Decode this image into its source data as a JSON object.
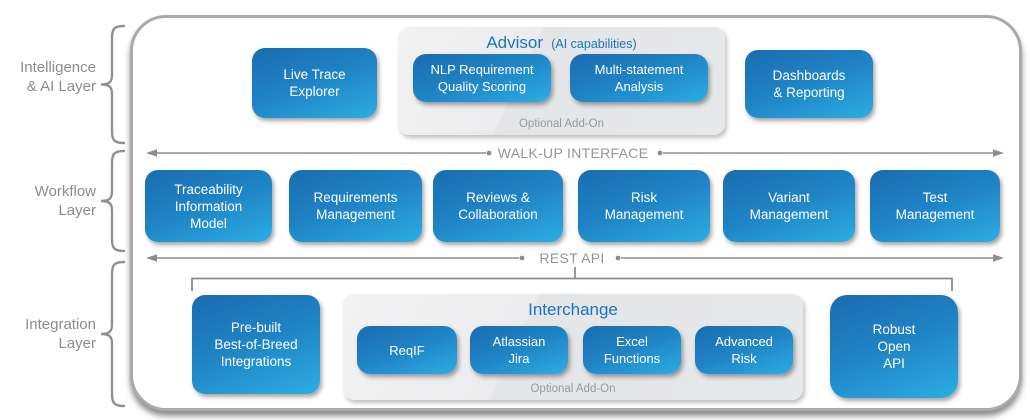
{
  "diagram": {
    "layer_labels": {
      "intelligence": "Intelligence\n& AI Layer",
      "workflow": "Workflow\nLayer",
      "integration": "Integration\nLayer"
    },
    "intelligence_row": {
      "live_trace_explorer": "Live Trace\nExplorer",
      "advisor": {
        "title": "Advisor",
        "subtitle": "(AI capabilities)",
        "items": [
          "NLP Requirement\nQuality Scoring",
          "Multi-statement\nAnalysis"
        ],
        "footer": "Optional Add-On"
      },
      "dashboards_reporting": "Dashboards\n& Reporting"
    },
    "walkup_interface_label": "WALK-UP INTERFACE",
    "workflow_row": [
      "Traceability\nInformation\nModel",
      "Requirements\nManagement",
      "Reviews &\nCollaboration",
      "Risk\nManagement",
      "Variant\nManagement",
      "Test\nManagement"
    ],
    "rest_api_label": "REST API",
    "integration_row": {
      "prebuilt_integrations": "Pre-built\nBest-of-Breed\nIntegrations",
      "interchange": {
        "title": "Interchange",
        "items": [
          "ReqIF",
          "Atlassian\nJira",
          "Excel\nFunctions",
          "Advanced\nRisk"
        ],
        "footer": "Optional Add-On"
      },
      "robust_open_api": "Robust\nOpen\nAPI"
    },
    "colors": {
      "box_blue_top": "#1a6cb0",
      "box_blue_bottom": "#2cade4",
      "accent_blue_text": "#1b75bc",
      "gray_panel": "#e7e8e9",
      "line_gray": "#8b8d90"
    }
  }
}
